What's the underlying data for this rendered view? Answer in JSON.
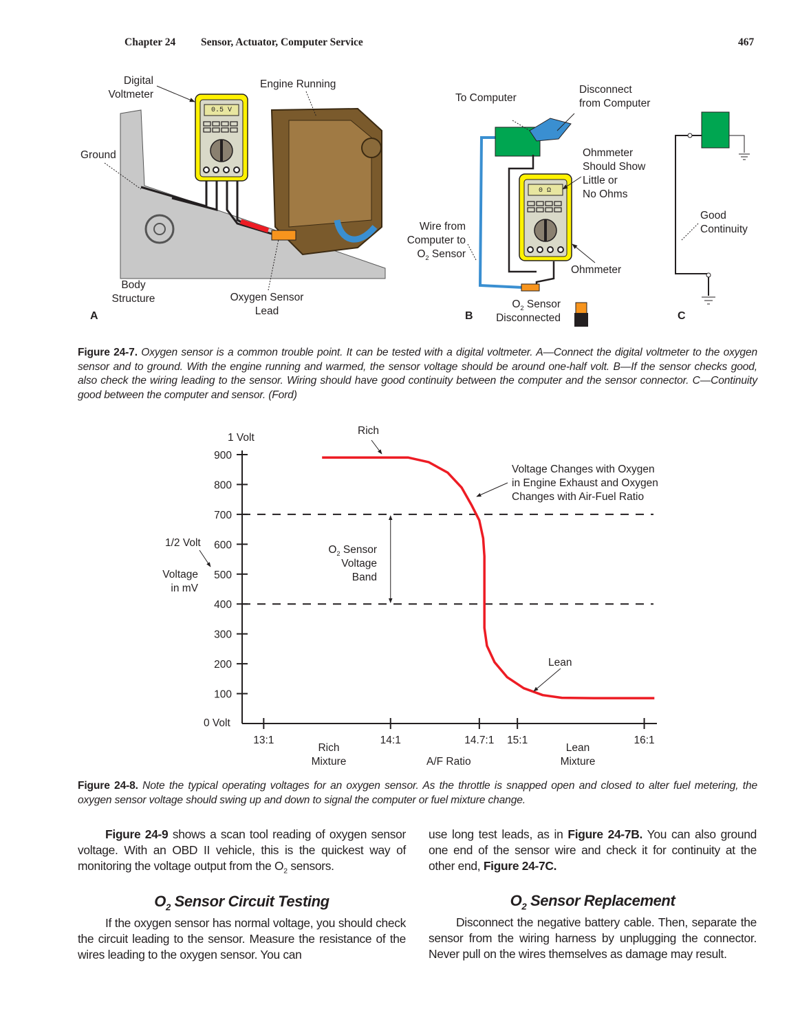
{
  "header": {
    "chapter": "Chapter 24",
    "title": "Sensor, Actuator, Computer Service",
    "page": "467"
  },
  "fig7": {
    "labels": {
      "digital_voltmeter_1": "Digital",
      "digital_voltmeter_2": "Voltmeter",
      "engine_running": "Engine Running",
      "ground": "Ground",
      "body_structure_1": "Body",
      "body_structure_2": "Structure",
      "oxygen_sensor_lead_1": "Oxygen Sensor",
      "oxygen_sensor_lead_2": "Lead",
      "meter_a_display": "0.5 V",
      "to_computer": "To Computer",
      "disconnect_1": "Disconnect",
      "disconnect_2": "from Computer",
      "ohmmeter_show_1": "Ohmmeter",
      "ohmmeter_show_2": "Should Show",
      "ohmmeter_show_3": "Little or",
      "ohmmeter_show_4": "No Ohms",
      "meter_b_display": "0 Ω",
      "wire_from_1": "Wire from",
      "wire_from_2": "Computer to",
      "wire_from_3a": "O",
      "wire_from_3sub": "2",
      "wire_from_3b": " Sensor",
      "ohmmeter": "Ohmmeter",
      "o2_disc_1a": "O",
      "o2_disc_1sub": "2",
      "o2_disc_1b": " Sensor",
      "o2_disc_2": "Disconnected",
      "good_continuity_1": "Good",
      "good_continuity_2": "Continuity",
      "panel_a": "A",
      "panel_b": "B",
      "panel_c": "C"
    },
    "colors": {
      "meter": "#fff200",
      "computer": "#00a651",
      "wire": "#3a8fd1",
      "engine": "#7a5a2c",
      "body": "#c8c8c8",
      "connector": "#f7941d",
      "lead": "#ed1c24"
    },
    "caption_label": "Figure 24-7.",
    "caption": "Oxygen sensor is a common trouble point. It can be tested with a digital voltmeter. A—Connect the digital voltmeter to the oxygen sensor and to ground. With the engine running and warmed, the sensor voltage should be around one-half volt. B—If the sensor checks good, also check the wiring leading to the sensor. Wiring should have good continuity between the computer and the sensor connector. C—Continuity good between the computer and sensor. (Ford)"
  },
  "chart_data": {
    "type": "line",
    "title": "",
    "xlabel": "A/F Ratio",
    "ylabel": "Voltage in mV",
    "ylabel_1": "Voltage",
    "ylabel_2": "in mV",
    "xlim": [
      12.83,
      16.1
    ],
    "ylim": [
      0,
      900
    ],
    "y_ticks": [
      100,
      200,
      300,
      400,
      500,
      600,
      700,
      800,
      900
    ],
    "x_ticks": [
      {
        "value": 13,
        "label": "13:1"
      },
      {
        "value": 14,
        "label": "14:1"
      },
      {
        "value": 14.7,
        "label": "14.7:1"
      },
      {
        "value": 15,
        "label": "15:1"
      },
      {
        "value": 16,
        "label": "16:1"
      }
    ],
    "y_extra": {
      "one_volt": "1 Volt",
      "half_volt": "1/2 Volt",
      "zero_volt": "0 Volt"
    },
    "x_extra": {
      "rich_1": "Rich",
      "rich_2": "Mixture",
      "lean_1": "Lean",
      "lean_2": "Mixture"
    },
    "reference_lines": [
      400,
      700
    ],
    "band_label": {
      "line1a": "O",
      "line1sub": "2",
      "line1b": " Sensor",
      "line2": "Voltage",
      "line3": "Band"
    },
    "annotations": {
      "rich": "Rich",
      "lean": "Lean",
      "curve_1": "Voltage Changes with Oxygen",
      "curve_2": "in Engine Exhaust and Oxygen",
      "curve_3": "Changes with Air-Fuel Ratio"
    },
    "series": [
      {
        "color": "#ed1c24",
        "points": [
          [
            13.46,
            890
          ],
          [
            13.8,
            890
          ],
          [
            14.14,
            890
          ],
          [
            14.3,
            875
          ],
          [
            14.45,
            840
          ],
          [
            14.56,
            790
          ],
          [
            14.64,
            730
          ],
          [
            14.7,
            680
          ],
          [
            14.73,
            620
          ],
          [
            14.74,
            560
          ],
          [
            14.74,
            400
          ],
          [
            14.74,
            320
          ],
          [
            14.76,
            260
          ],
          [
            14.82,
            205
          ],
          [
            14.92,
            155
          ],
          [
            15.05,
            118
          ],
          [
            15.2,
            95
          ],
          [
            15.35,
            86
          ],
          [
            15.6,
            85
          ],
          [
            16.08,
            85
          ]
        ]
      }
    ],
    "grid": false,
    "legend": "none"
  },
  "fig8": {
    "caption_label": "Figure 24-8.",
    "caption": "Note the typical operating voltages for an oxygen sensor. As the throttle is snapped open and closed to alter fuel metering, the oxygen sensor voltage should swing up and down to signal the computer or fuel mixture change."
  },
  "body": {
    "p1_ref": "Figure 24-9",
    "p1_a": " shows a scan tool reading of oxygen sensor voltage. With an OBD II vehicle, this is the quickest way of monitoring the voltage output from the O",
    "p1_sub": "2",
    "p1_b": " sensors.",
    "h1_a": "O",
    "h1_sub": "2",
    "h1_b": " Sensor Circuit Testing",
    "p2": "If the oxygen sensor has normal voltage, you should check the circuit leading to the sensor. Measure the resistance of the wires leading to the oxygen sensor. You can",
    "p3_a": "use long test leads, as in ",
    "p3_ref1": "Figure 24-7B.",
    "p3_b": " You can also ground one end of the sensor wire and check it for continuity at the other end, ",
    "p3_ref2": "Figure 24-7C.",
    "h2_a": "O",
    "h2_sub": "2",
    "h2_b": " Sensor Replacement",
    "p4": "Disconnect the negative battery cable. Then, separate the sensor from the wiring harness by unplugging the connector. Never pull on the wires themselves as damage may result."
  }
}
